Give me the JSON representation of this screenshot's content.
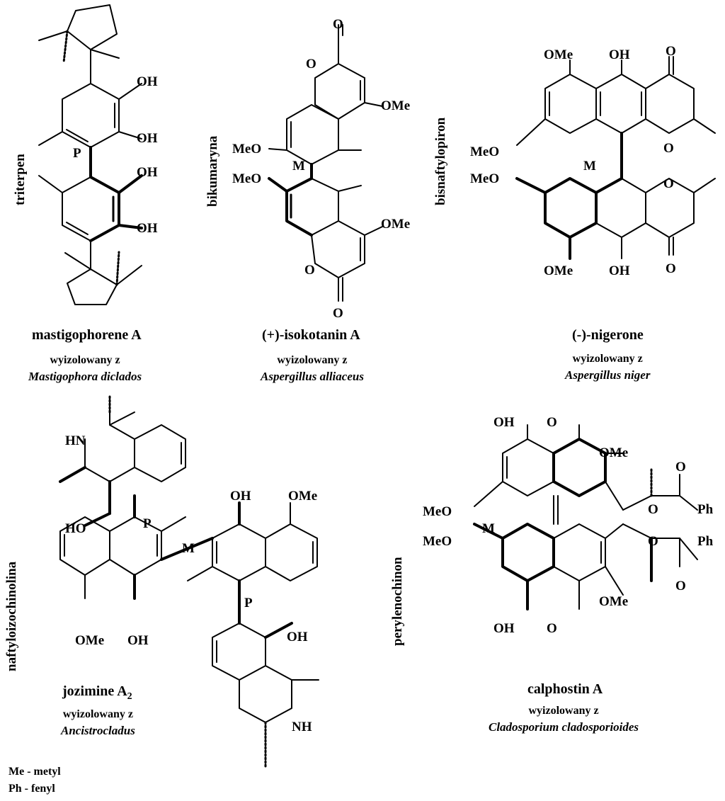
{
  "compounds": [
    {
      "name": "mastigophorene A",
      "class": "triterpen",
      "source_label": "wyizolowany z",
      "source_species": "Mastigophora diclados"
    },
    {
      "name": "(+)-isokotanin A",
      "class": "bikumaryna",
      "source_label": "wyizolowany z",
      "source_species": "Aspergillus alliaceus"
    },
    {
      "name": "(-)-nigerone",
      "class": "bisnaftylopiron",
      "source_label": "wyizolowany z",
      "source_species": "Aspergillus niger"
    },
    {
      "name_base": "jozimine A",
      "name_subscript": "2",
      "class": "naftyloizochinolina",
      "source_label": "wyizolowany z",
      "source_species": "Ancistrocladus"
    },
    {
      "name": "calphostin A",
      "class": "perylenochinon",
      "source_label": "wyizolowany z",
      "source_species": "Cladosporium cladosporioides"
    }
  ],
  "atoms": {
    "oh": "OH",
    "ome": "OMe",
    "meo": "MeO",
    "o": "O",
    "nh": "NH",
    "hn": "HN",
    "ho": "HO",
    "ph": "Ph",
    "p": "P",
    "m": "M"
  },
  "legend": [
    "Me - metyl",
    "Ph - fenyl"
  ]
}
